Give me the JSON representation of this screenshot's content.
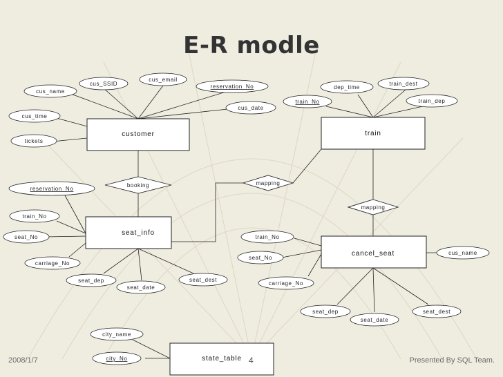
{
  "title": "E-R modle",
  "footer": {
    "date": "2008/1/7",
    "page": "4",
    "presenter": "Presented By SQL Team."
  },
  "entities": {
    "customer": "customer",
    "train": "train",
    "seat_info": "seat_info",
    "cancel_seat": "cancel_seat",
    "state_table": "state_table"
  },
  "relationships": {
    "booking": "booking",
    "mapping_1": "mapping",
    "mapping_2": "mapping"
  },
  "attributes": {
    "customer": {
      "cus_ssid": "cus_SSID",
      "cus_email": "cus_email",
      "reservation_no": "reservation_No",
      "cus_name": "cus_name",
      "cus_date": "cus_date",
      "cus_time": "cus_time",
      "tickets": "tickets"
    },
    "train": {
      "dep_time": "dep_time",
      "train_dest": "train_dest",
      "train_no": "train_No",
      "train_dep": "train_dep"
    },
    "seat_info": {
      "reservation_no": "reservation_No",
      "train_no": "train_No",
      "seat_no": "seat_No",
      "carriage_no": "carriage_No",
      "seat_dep": "seat_dep",
      "seat_date": "seat_date",
      "seat_dest": "seat_dest"
    },
    "cancel_seat": {
      "train_no": "train_No",
      "seat_no": "seat_No",
      "carriage_no": "carriage_No",
      "cus_name": "cus_name",
      "seat_dep": "seat_dep",
      "seat_date": "seat_date",
      "seat_dest": "seat_dest"
    },
    "state_table": {
      "city_name": "city_name",
      "city_no": "city_No"
    }
  },
  "colors": {
    "background": "#efece0",
    "stroke": "#222222",
    "title": "#333333"
  }
}
